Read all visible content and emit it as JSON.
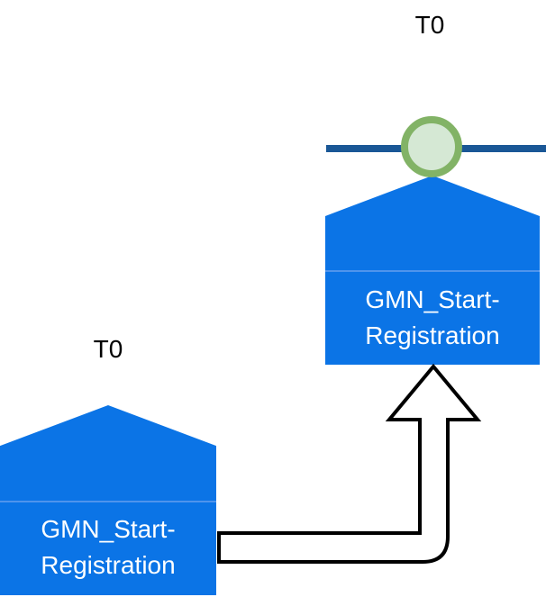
{
  "target": {
    "timeline_label": "T0",
    "block_line1": "GMN_Start-",
    "block_line2": "Registration"
  },
  "source": {
    "timeline_label": "T0",
    "block_line1": "GMN_Start-",
    "block_line2": "Registration"
  },
  "shapes": {
    "event_circle": "start-event-circle",
    "connector": "bent-up-arrow-outline",
    "blocks": "pentagon-process-block"
  },
  "colors": {
    "background": "#ffffff",
    "block_fill": "#0b74e6",
    "block_divider": "#4f94ec",
    "block_text": "#ffffff",
    "timeline_line": "#1a5796",
    "event_ring": "#82b366",
    "event_fill": "#d5e8d4",
    "arrow_stroke": "#000000",
    "arrow_fill": "#ffffff",
    "label_text": "#000000"
  }
}
